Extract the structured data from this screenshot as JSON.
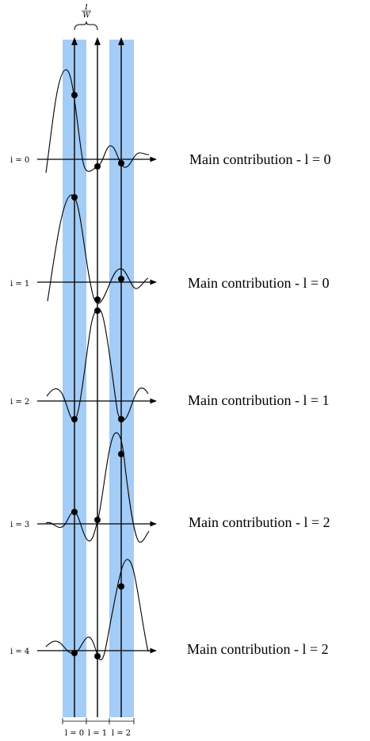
{
  "colors": {
    "band": "#a3ccf7",
    "ink": "#000000"
  },
  "brace_label": {
    "num": "1",
    "den": "W"
  },
  "rows": [
    {
      "index_label": "i = 0",
      "contribution": "Main contribution - l = 0"
    },
    {
      "index_label": "i = 1",
      "contribution": "Main contribution - l = 0"
    },
    {
      "index_label": "i = 2",
      "contribution": "Main contribution - l = 1"
    },
    {
      "index_label": "i = 3",
      "contribution": "Main contribution - l = 2"
    },
    {
      "index_label": "i = 4",
      "contribution": "Main contribution - l = 2"
    }
  ],
  "bottom_labels": [
    "l = 0",
    "l = 1",
    "l = 2"
  ]
}
